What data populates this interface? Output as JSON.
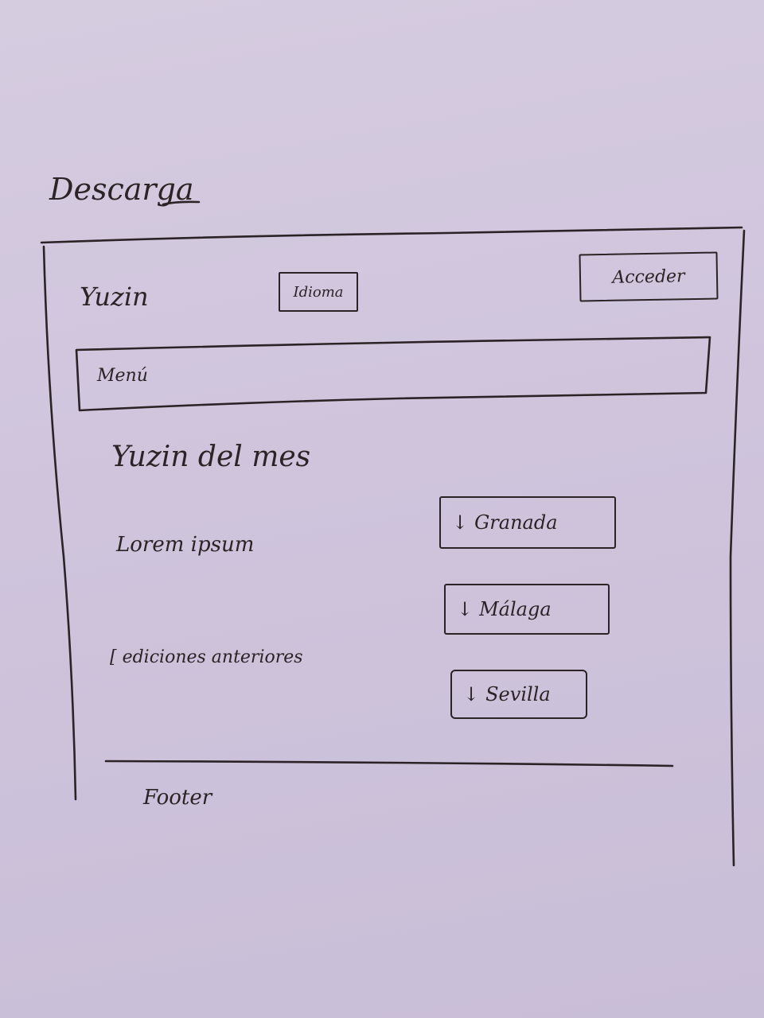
{
  "sketch_title": "Descarga",
  "header": {
    "brand": "Yuzin",
    "language_button": "Idioma",
    "login_button": "Acceder"
  },
  "menu_bar": {
    "label": "Menú"
  },
  "main": {
    "heading": "Yuzin del mes",
    "body_text": "Lorem ipsum",
    "previous_editions": "[ ediciones anteriores"
  },
  "downloads": [
    {
      "arrow": "↓",
      "label": "Granada"
    },
    {
      "arrow": "↓",
      "label": "Málaga"
    },
    {
      "arrow": "↓",
      "label": "Sevilla"
    }
  ],
  "footer": {
    "label": "Footer"
  },
  "colors": {
    "paper": "#d2c8dd",
    "ink": "#2b2326"
  }
}
